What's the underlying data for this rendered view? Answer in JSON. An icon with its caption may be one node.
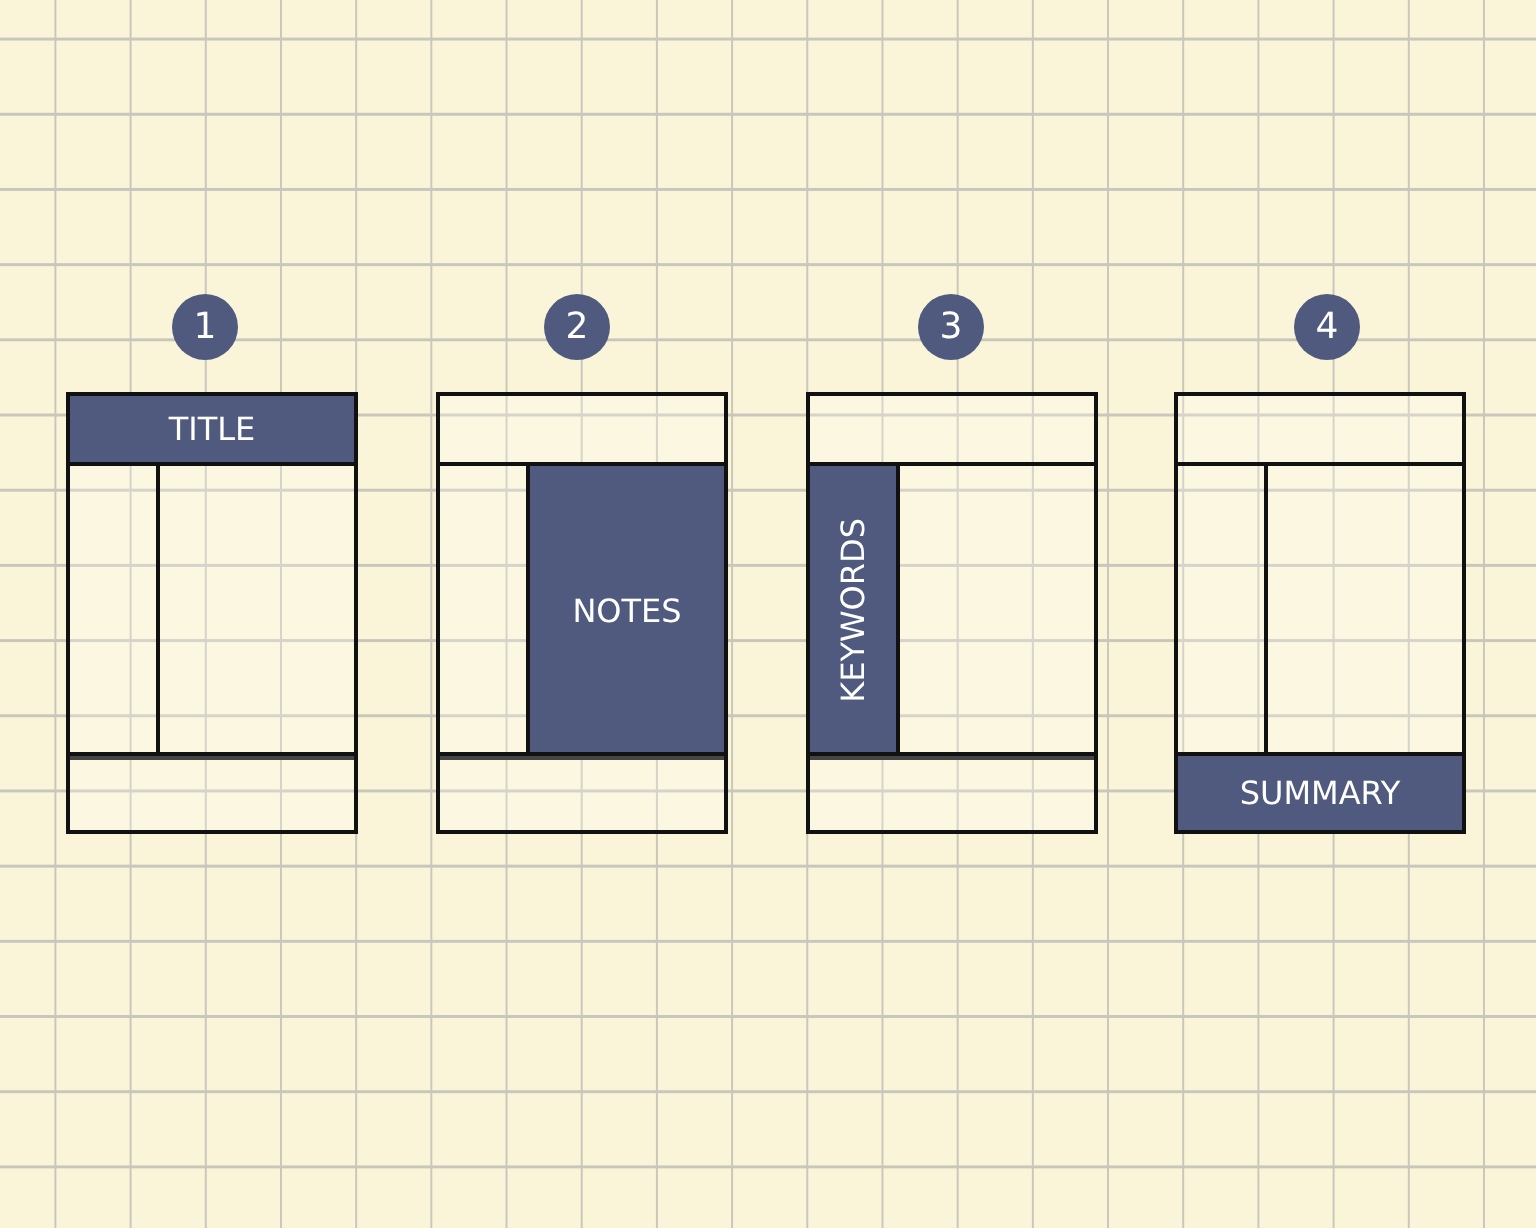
{
  "diagram": {
    "nodes": [
      {
        "text": [
          "1"
        ]
      },
      {
        "text": [],
        "shape": "box"
      },
      {
        "text": [
          "TITLE"
        ],
        "in": 1
      },
      {
        "text": [],
        "shape": "box",
        "in": 1
      },
      {
        "text": [],
        "shape": "box",
        "in": 1
      },
      {
        "text": [],
        "shape": "box",
        "in": 1
      },
      {
        "text": [
          "2"
        ]
      },
      {
        "text": [],
        "shape": "box"
      },
      {
        "text": [],
        "shape": "box",
        "in": 7
      },
      {
        "text": [],
        "shape": "box",
        "in": 7
      },
      {
        "text": [
          "NOTES"
        ],
        "in": 7
      },
      {
        "text": [],
        "shape": "box",
        "in": 7
      },
      {
        "text": [
          "3"
        ]
      },
      {
        "text": [],
        "shape": "box"
      },
      {
        "text": [],
        "shape": "box",
        "in": 13
      },
      {
        "text": [
          "KEYWORDS"
        ],
        "in": 13
      },
      {
        "text": [],
        "shape": "box",
        "in": 13
      },
      {
        "text": [],
        "shape": "box",
        "in": 13
      },
      {
        "text": [
          "4"
        ]
      },
      {
        "text": [],
        "shape": "box"
      },
      {
        "text": [],
        "shape": "box",
        "in": 19
      },
      {
        "text": [],
        "shape": "box",
        "in": 19
      },
      {
        "text": [],
        "shape": "box",
        "in": 19
      },
      {
        "text": [
          "SUMMARY"
        ],
        "in": 19
      }
    ]
  }
}
